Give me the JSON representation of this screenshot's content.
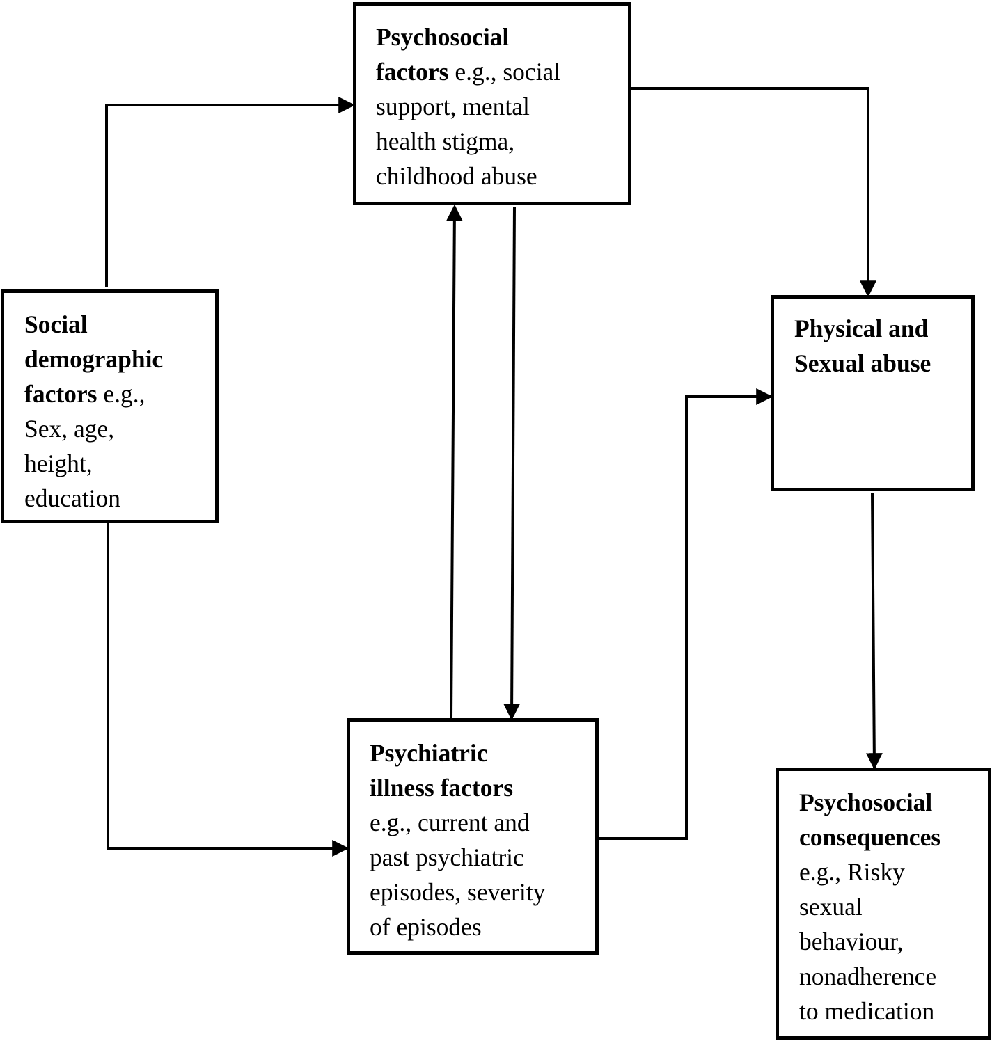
{
  "diagram": {
    "nodes": {
      "social_demographic": {
        "bold": "Social\ndemographic\nfactors",
        "normal": " e.g.,\nSex, age,\nheight,\neducation"
      },
      "psychosocial_factors": {
        "bold": "Psychosocial\nfactors",
        "normal": " e.g., social\nsupport, mental\nhealth stigma,\nchildhood abuse"
      },
      "physical_sexual_abuse": {
        "bold": "Physical and\nSexual abuse",
        "normal": ""
      },
      "psychiatric_illness": {
        "bold": "Psychiatric\nillness factors",
        "normal": "\ne.g., current and\npast psychiatric\nepisodes, severity\nof episodes"
      },
      "psychosocial_consequences": {
        "bold": "Psychosocial\nconsequences",
        "normal": "\ne.g., Risky\nsexual\nbehaviour,\nnonadherence\nto medication"
      }
    },
    "edges": [
      {
        "from": "social_demographic",
        "to": "psychosocial_factors"
      },
      {
        "from": "social_demographic",
        "to": "psychiatric_illness"
      },
      {
        "from": "psychosocial_factors",
        "to": "psychiatric_illness"
      },
      {
        "from": "psychiatric_illness",
        "to": "psychosocial_factors"
      },
      {
        "from": "psychosocial_factors",
        "to": "physical_sexual_abuse"
      },
      {
        "from": "psychiatric_illness",
        "to": "physical_sexual_abuse"
      },
      {
        "from": "physical_sexual_abuse",
        "to": "psychosocial_consequences"
      }
    ],
    "colors": {
      "line": "#000000",
      "background": "#ffffff"
    }
  }
}
